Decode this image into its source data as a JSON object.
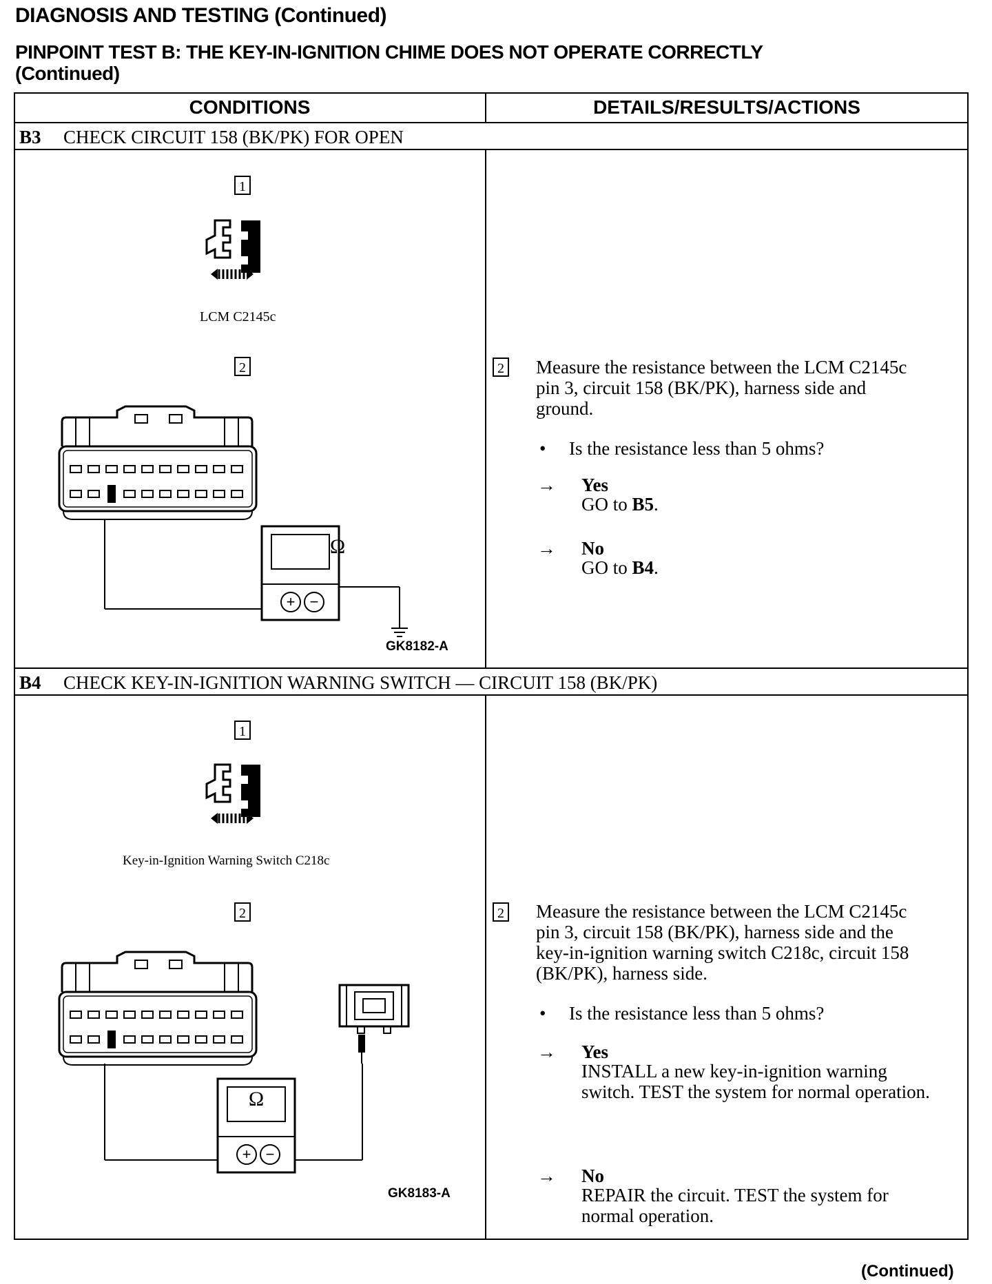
{
  "header": {
    "title": "DIAGNOSIS AND TESTING (Continued)",
    "pinpoint_line1": "PINPOINT TEST B:  THE KEY-IN-IGNITION CHIME DOES NOT OPERATE CORRECTLY",
    "pinpoint_line2": "(Continued)"
  },
  "table": {
    "col_conditions": "CONDITIONS",
    "col_details": "DETAILS/RESULTS/ACTIONS"
  },
  "steps": [
    {
      "id": "B3",
      "title": "CHECK CIRCUIT 158 (BK/PK) FOR OPEN",
      "step1_num": "1",
      "connector_label": "LCM C2145c",
      "step2_num": "2",
      "figure_id": "GK8182-A",
      "meter_symbol": "Ω",
      "instruction_lines": [
        "Measure the resistance between the LCM C2145c",
        "pin 3, circuit 158 (BK/PK), harness side and",
        "ground."
      ],
      "question": "Is the resistance less than 5 ohms?",
      "yes_label": "Yes",
      "yes_action_prefix": "GO to ",
      "yes_action_target": "B5",
      "yes_action_suffix": ".",
      "no_label": "No",
      "no_action_prefix": "GO to ",
      "no_action_target": "B4",
      "no_action_suffix": "."
    },
    {
      "id": "B4",
      "title": "CHECK KEY-IN-IGNITION WARNING SWITCH — CIRCUIT 158 (BK/PK)",
      "step1_num": "1",
      "connector_label": "Key-in-Ignition Warning Switch C218c",
      "step2_num": "2",
      "figure_id": "GK8183-A",
      "meter_symbol": "Ω",
      "instruction_lines": [
        "Measure the resistance between the LCM C2145c",
        "pin 3, circuit 158 (BK/PK), harness side and the",
        "key-in-ignition warning switch C218c, circuit 158",
        "(BK/PK), harness side."
      ],
      "question": "Is the resistance less than 5 ohms?",
      "yes_label": "Yes",
      "yes_action_lines": [
        "INSTALL a new key-in-ignition warning",
        "switch. TEST the system for normal operation."
      ],
      "no_label": "No",
      "no_action_lines": [
        "REPAIR the circuit. TEST the system for",
        "normal operation."
      ]
    }
  ],
  "symbols": {
    "bullet": "•",
    "arrow": "→"
  },
  "footer": {
    "continued": "(Continued)"
  }
}
